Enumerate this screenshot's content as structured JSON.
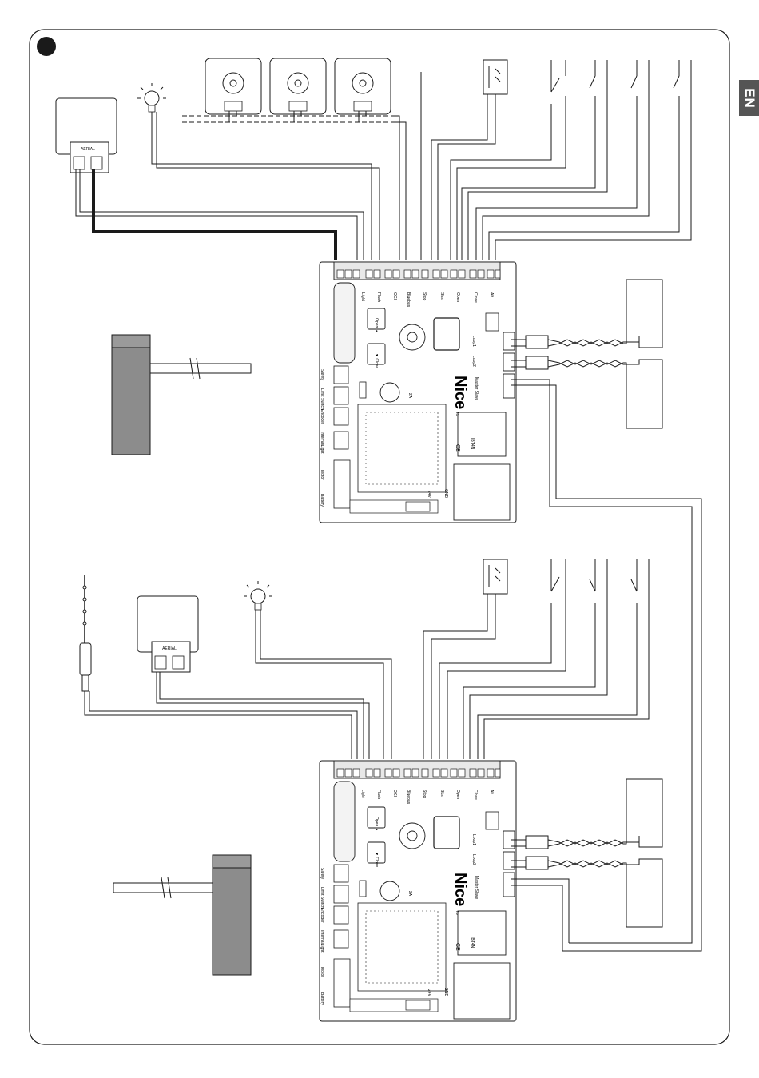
{
  "language_tab": "EN",
  "aerial_label": "AERIAL",
  "brand": "Nice",
  "terminals": {
    "light": "Light",
    "flash": "Flash",
    "oga": "OGI",
    "bluebus": "Bluebus",
    "stop": "Stop",
    "sbs": "Sbs",
    "open": "Open",
    "close": "Close",
    "alt": "Alt",
    "open_button": "Open ▲",
    "close_button": "▼ Close",
    "loop1": "Loop1",
    "loop2": "Loop2",
    "master_slave": "Master Slave",
    "safety": "Safety",
    "limit_switch": "Limit Switch",
    "encoder": "Encoder",
    "internal_light": "InternalLight",
    "motor": "Motor",
    "battery": "Battery",
    "fuse": "2A",
    "voltage": "24V",
    "gnd": "GND",
    "is": "IS",
    "ibt4n": "IBT4N",
    "ce": "CE"
  },
  "colors": {
    "line": "#1a1a1a",
    "grey_panel": "#8c8c8c",
    "tab": "#555555"
  }
}
